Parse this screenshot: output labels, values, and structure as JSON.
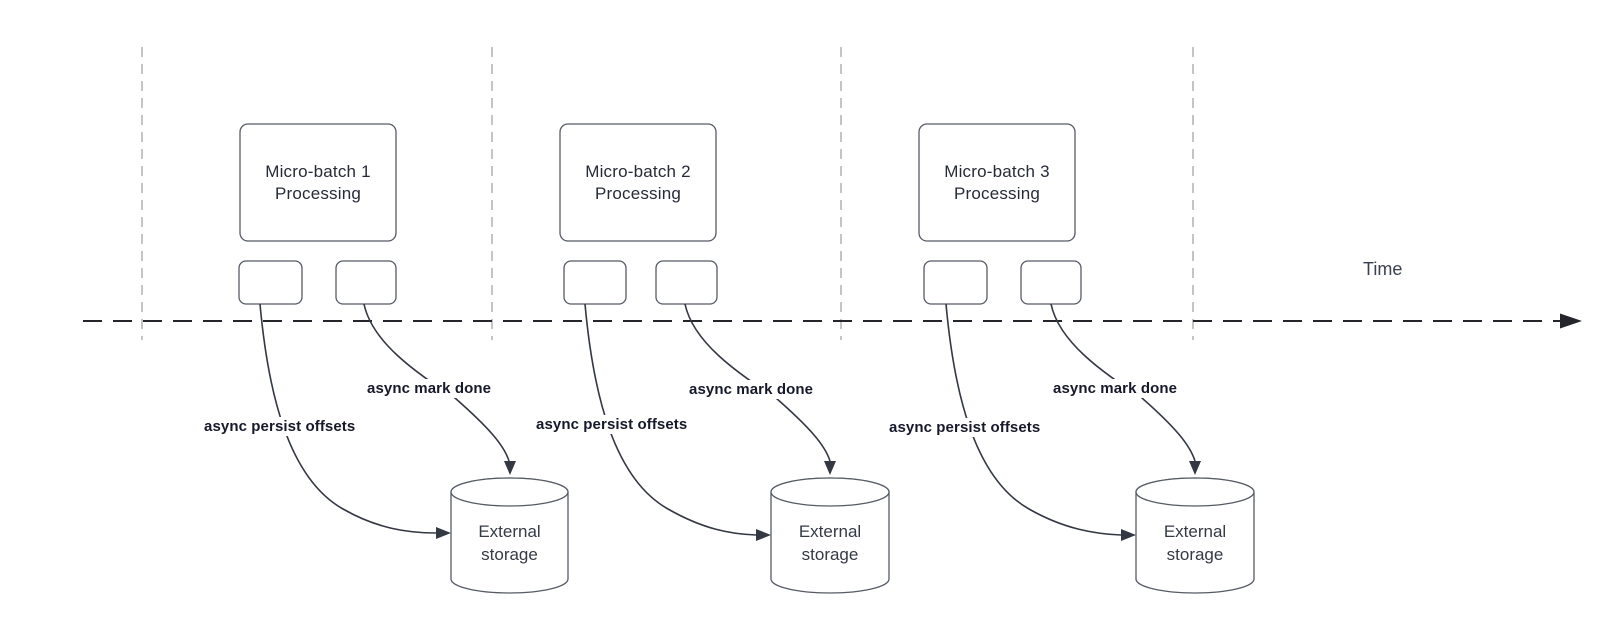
{
  "canvas": {
    "background": "#ffffff"
  },
  "colors": {
    "curve_stroke": "#343843",
    "shape_stroke": "#565b64",
    "guide_stroke": "#b0b0b0",
    "timeline_stroke": "#23252b",
    "edge_label_text": "#16192b",
    "node_text": "#262b38",
    "time_text": "#3a4050"
  },
  "time_axis": {
    "label": "Time"
  },
  "groups": [
    {
      "title": "Micro-batch 1 Processing",
      "persist_label": "async persist offsets",
      "done_label": "async mark done",
      "storage_label": "External storage"
    },
    {
      "title": "Micro-batch 2 Processing",
      "persist_label": "async persist offsets",
      "done_label": "async mark done",
      "storage_label": "External storage"
    },
    {
      "title": "Micro-batch 3 Processing",
      "persist_label": "async persist offsets",
      "done_label": "async mark done",
      "storage_label": "External storage"
    }
  ]
}
